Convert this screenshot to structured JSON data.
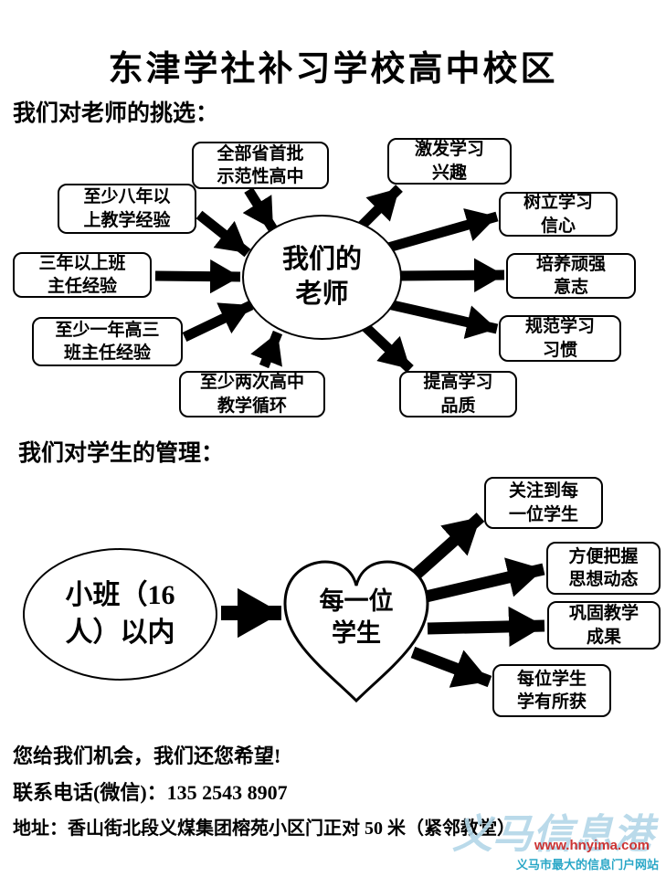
{
  "title": "东津学社补习学校高中校区",
  "teachers": {
    "heading": "我们对老师的挑选：",
    "center": "我们的\n老师",
    "inputs": [
      "全部省首批\n示范性高中",
      "至少八年以\n上教学经验",
      "三年以上班\n主任经验",
      "至少一年高三\n班主任经验",
      "至少两次高中\n教学循环"
    ],
    "outputs": [
      "激发学习\n兴趣",
      "树立学习\n信心",
      "培养顽强\n意志",
      "规范学习\n习惯",
      "提高学习\n品质"
    ]
  },
  "students": {
    "heading": "我们对学生的管理：",
    "class_size": "小班（16\n人）以内",
    "center": "每一位\n学生",
    "outputs": [
      "关注到每\n一位学生",
      "方便把握\n思想动态",
      "巩固教学\n成果",
      "每位学生\n学有所获"
    ]
  },
  "footer": {
    "slogan": "您给我们机会，我们还您希望!",
    "phone": "联系电话(微信)：135 2543 8907",
    "address": "地址：香山街北段义煤集团榕苑小区门正对 50 米（紧邻教堂）"
  },
  "watermark": {
    "brand": "义马信息港",
    "url": "www.hnyima.com",
    "tagline": "义马市最大的信息门户网站"
  },
  "colors": {
    "arrow": "#000000",
    "watermark_blue": "#b3d7e8",
    "watermark_red": "#cc3333",
    "watermark_teal": "#2aa7c7"
  }
}
